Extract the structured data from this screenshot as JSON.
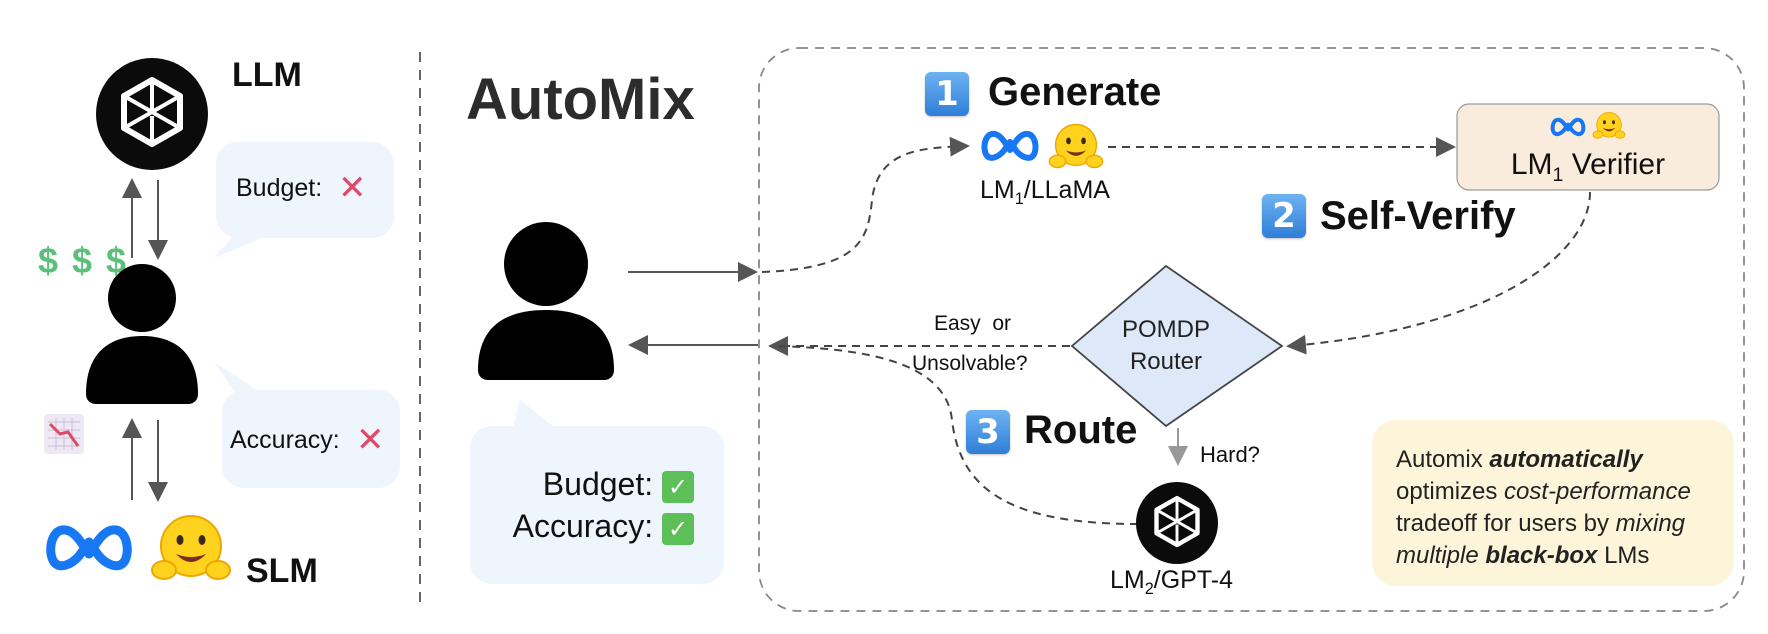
{
  "left": {
    "llm_label": "LLM",
    "slm_label": "SLM",
    "dollars": "$ $ $",
    "budget_label": "Budget:",
    "accuracy_label": "Accuracy:"
  },
  "title": "AutoMix",
  "user_bubble": {
    "budget_label": "Budget:",
    "accuracy_label": "Accuracy:"
  },
  "steps": {
    "generate": {
      "number": "1",
      "label": "Generate"
    },
    "verify": {
      "number": "2",
      "label": "Self-Verify"
    },
    "route": {
      "number": "3",
      "label": "Route"
    }
  },
  "lm1": {
    "name": "LM",
    "sub": "1",
    "suffix": "/LLaMA"
  },
  "verifier": {
    "name": "LM",
    "sub": "1",
    "suffix": " Verifier"
  },
  "router": {
    "line1": "POMDP",
    "line2": "Router"
  },
  "easy_label": {
    "line1": "Easy  or",
    "line2": "Unsolvable?"
  },
  "hard_label": "Hard?",
  "lm2": {
    "name": "LM",
    "sub": "2",
    "suffix": "/GPT-4"
  },
  "note": {
    "p1": "Automix ",
    "p2": "automatically",
    "p3": "optimizes ",
    "p4": "cost-performance",
    "p5": "tradeoff for users by ",
    "p6": "mixing",
    "p7": "multiple ",
    "p8": "black-box",
    "p9": " LMs"
  },
  "colors": {
    "verifier_bg": "#faecdc",
    "router_bg": "#dde8f8",
    "note_bg": "#fdf5da",
    "bubble_bg": "#eef5fc",
    "meta_blue": "#1877f2",
    "dollar_green": "#5cbf7a",
    "x_red": "#e04a66"
  },
  "icons": [
    "openai-logo-icon",
    "meta-logo-icon",
    "hugging-face-icon",
    "user-icon",
    "chart-decreasing-icon",
    "check-icon",
    "cross-icon"
  ]
}
